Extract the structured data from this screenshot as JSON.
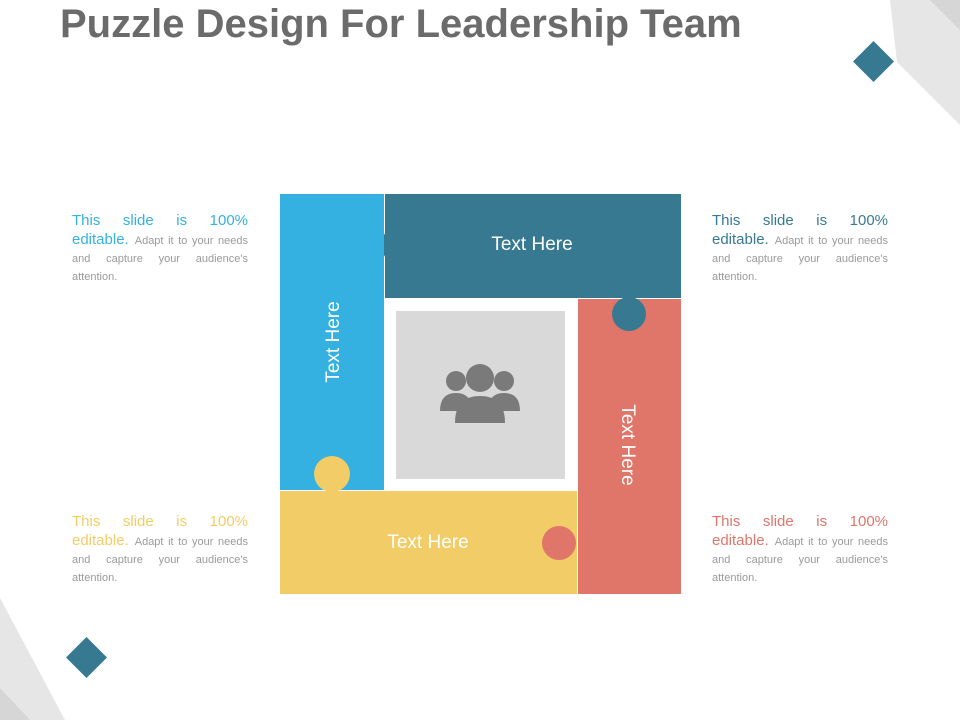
{
  "title": "Puzzle Design For Leadership Team",
  "colors": {
    "blue": "#34b1e0",
    "teal": "#367991",
    "coral": "#e0766a",
    "yellow": "#f2cc66",
    "photo_bg": "#d9d9d9",
    "icon": "#7a7a7a",
    "title": "#6b6b6b",
    "deco_gray": "#e8e8e8",
    "deco_diamond": "#367991"
  },
  "pieces": {
    "left": {
      "label": "Text Here",
      "color": "blue"
    },
    "top": {
      "label": "Text Here",
      "color": "teal"
    },
    "right": {
      "label": "Text Here",
      "color": "coral"
    },
    "bottom": {
      "label": "Text Here",
      "color": "yellow"
    }
  },
  "center_icon": "people-group-icon",
  "text_blocks": {
    "top_left": {
      "lead": "This slide is 100% editable.",
      "body": "Adapt it to your needs and capture your audience's attention.",
      "color": "#34b1e0"
    },
    "top_right": {
      "lead": "This slide is 100% editable.",
      "body": "Adapt it to your needs and capture your audience's attention.",
      "color": "#367991"
    },
    "bottom_left": {
      "lead": "This slide is 100% editable.",
      "body": "Adapt it to your needs and capture your audience's attention.",
      "color": "#f2cc66"
    },
    "bottom_right": {
      "lead": "This slide is 100% editable.",
      "body": "Adapt it to your needs and capture your audience's attention.",
      "color": "#e0766a"
    }
  }
}
